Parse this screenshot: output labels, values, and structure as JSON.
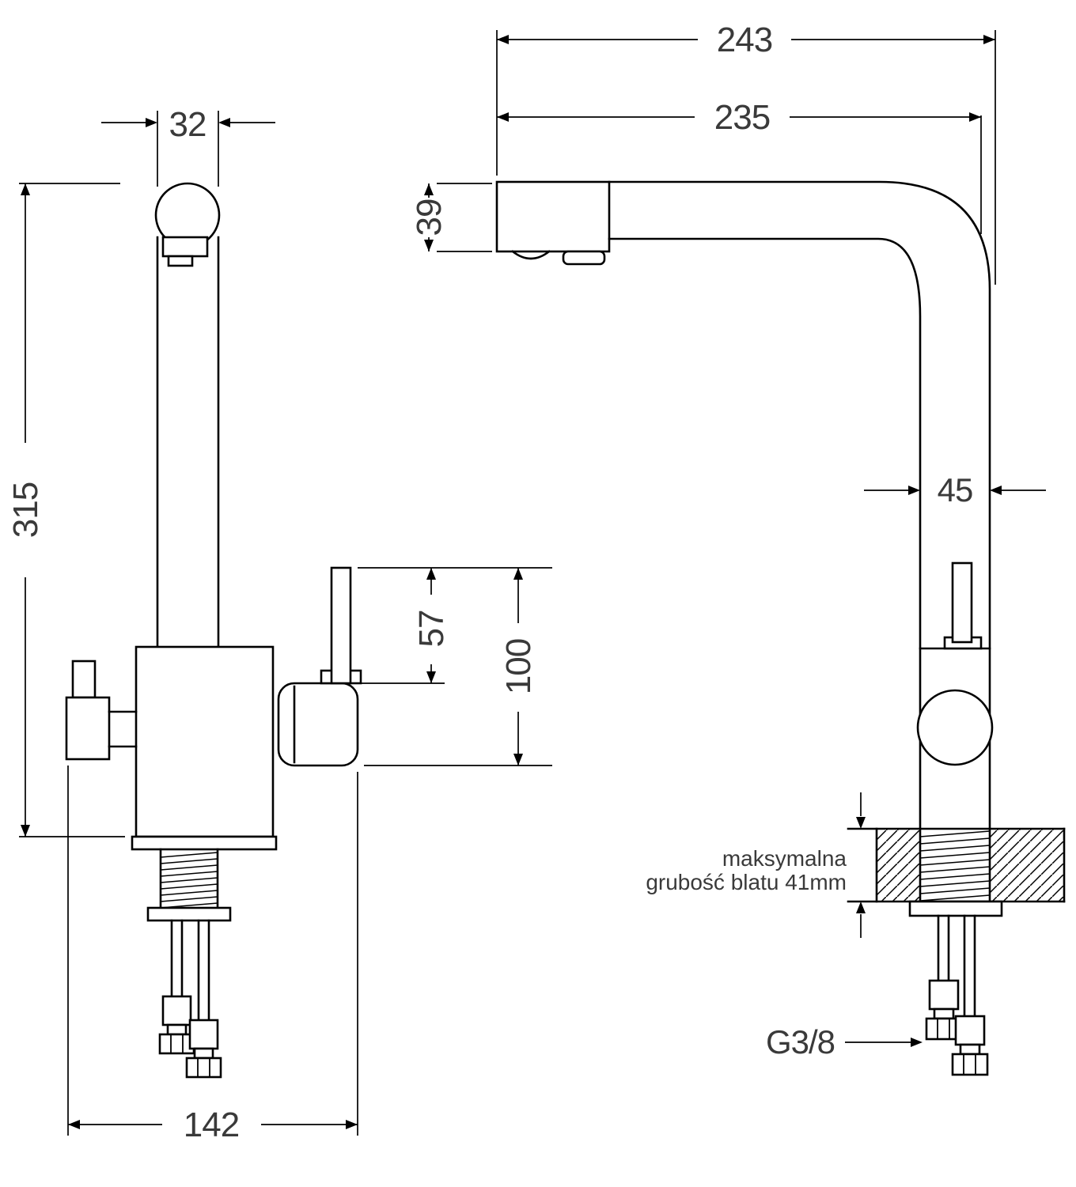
{
  "drawing": {
    "background": "#ffffff",
    "line_color": "#000000",
    "text_color": "#3a3a3a"
  },
  "dims": {
    "d243": "243",
    "d235": "235",
    "d39": "39",
    "d32": "32",
    "d315": "315",
    "d45": "45",
    "d57": "57",
    "d100": "100",
    "d142": "142",
    "thread": "G3/8",
    "note_line1": "maksymalna",
    "note_line2": "grubość blatu 41mm"
  }
}
